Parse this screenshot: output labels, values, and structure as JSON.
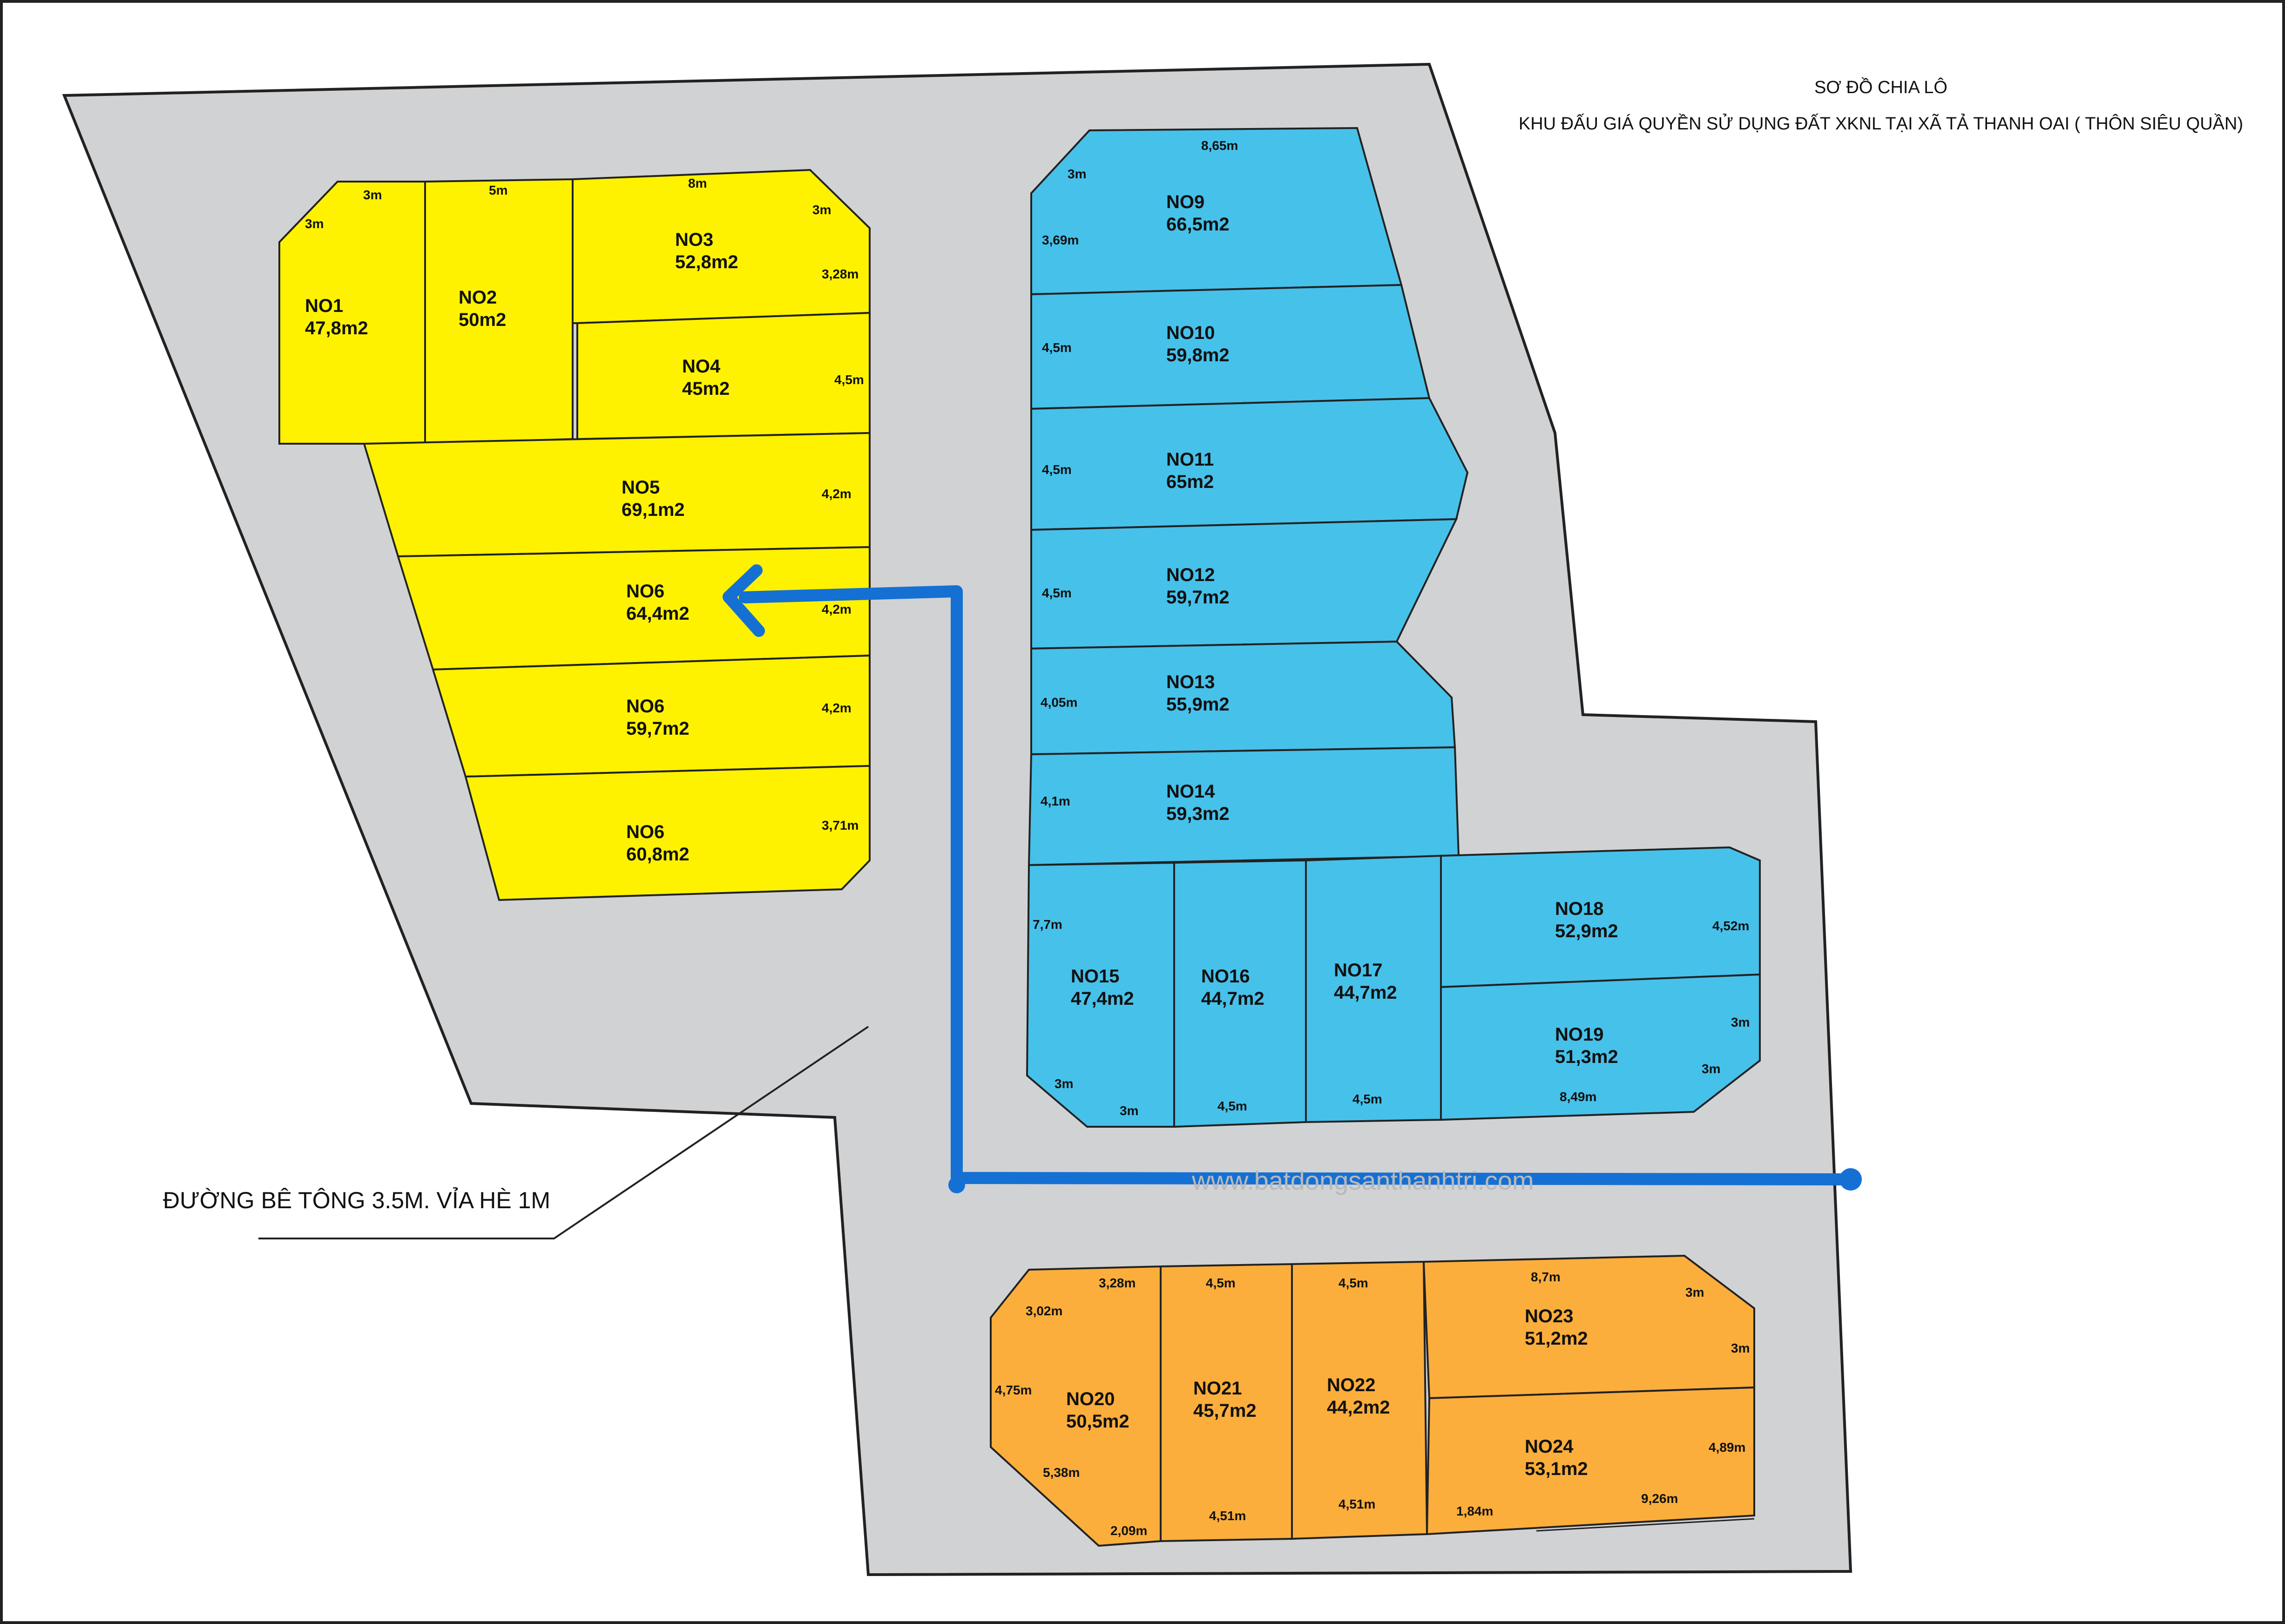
{
  "title": {
    "line1": "SƠ ĐỒ CHIA LÔ",
    "line2": "KHU ĐẤU GIÁ QUYỀN SỬ DỤNG ĐẤT XKNL TẠI XÃ TẢ THANH OAI ( THÔN SIÊU QUẦN)"
  },
  "road_label": "ĐƯỜNG BÊ TÔNG 3.5M. VỈA HÈ 1M",
  "watermark": "www.batdongsanthanhtri.com",
  "colors": {
    "site": "#d1d2d4",
    "group_yellow": "#fff200",
    "group_blue": "#46c1ea",
    "group_orange": "#fbae3c",
    "route": "#1570d4",
    "outline": "#222222"
  },
  "lots": {
    "no1": {
      "name": "NO1",
      "area": "47,8m2"
    },
    "no2": {
      "name": "NO2",
      "area": "50m2"
    },
    "no3": {
      "name": "NO3",
      "area": "52,8m2"
    },
    "no4": {
      "name": "NO4",
      "area": "45m2"
    },
    "no5": {
      "name": "NO5",
      "area": "69,1m2"
    },
    "no6a": {
      "name": "NO6",
      "area": "64,4m2"
    },
    "no6b": {
      "name": "NO6",
      "area": "59,7m2"
    },
    "no6c": {
      "name": "NO6",
      "area": "60,8m2"
    },
    "no9": {
      "name": "NO9",
      "area": "66,5m2"
    },
    "no10": {
      "name": "NO10",
      "area": "59,8m2"
    },
    "no11": {
      "name": "NO11",
      "area": "65m2"
    },
    "no12": {
      "name": "NO12",
      "area": "59,7m2"
    },
    "no13": {
      "name": "NO13",
      "area": "55,9m2"
    },
    "no14": {
      "name": "NO14",
      "area": "59,3m2"
    },
    "no15": {
      "name": "NO15",
      "area": "47,4m2"
    },
    "no16": {
      "name": "NO16",
      "area": "44,7m2"
    },
    "no17": {
      "name": "NO17",
      "area": "44,7m2"
    },
    "no18": {
      "name": "NO18",
      "area": "52,9m2"
    },
    "no19": {
      "name": "NO19",
      "area": "51,3m2"
    },
    "no20": {
      "name": "NO20",
      "area": "50,5m2"
    },
    "no21": {
      "name": "NO21",
      "area": "45,7m2"
    },
    "no22": {
      "name": "NO22",
      "area": "44,2m2"
    },
    "no23": {
      "name": "NO23",
      "area": "51,2m2"
    },
    "no24": {
      "name": "NO24",
      "area": "53,1m2"
    }
  },
  "dims": {
    "d1": "3m",
    "d2": "3m",
    "d3": "5m",
    "d4": "8m",
    "d5": "3m",
    "d6": "3,28m",
    "d7": "4,5m",
    "d8": "4,2m",
    "d9": "4,2m",
    "d10": "4,2m",
    "d11": "3,71m",
    "d12": "8,65m",
    "d13": "3m",
    "d14": "3,69m",
    "d15": "4,5m",
    "d16": "4,5m",
    "d17": "4,5m",
    "d18": "4,05m",
    "d19": "4,1m",
    "d20": "7,7m",
    "d21": "3m",
    "d22": "3m",
    "d23": "4,5m",
    "d24": "4,5m",
    "d25": "8,49m",
    "d26": "3m",
    "d27": "3m",
    "d28": "4,52m",
    "d29": "3,28m",
    "d30": "4,5m",
    "d31": "4,5m",
    "d32": "8,7m",
    "d33": "3m",
    "d34": "3,02m",
    "d35": "3m",
    "d36": "4,75m",
    "d37": "5,38m",
    "d38": "2,09m",
    "d39": "4,51m",
    "d40": "4,51m",
    "d41": "1,84m",
    "d42": "9,26m",
    "d43": "4,89m"
  }
}
